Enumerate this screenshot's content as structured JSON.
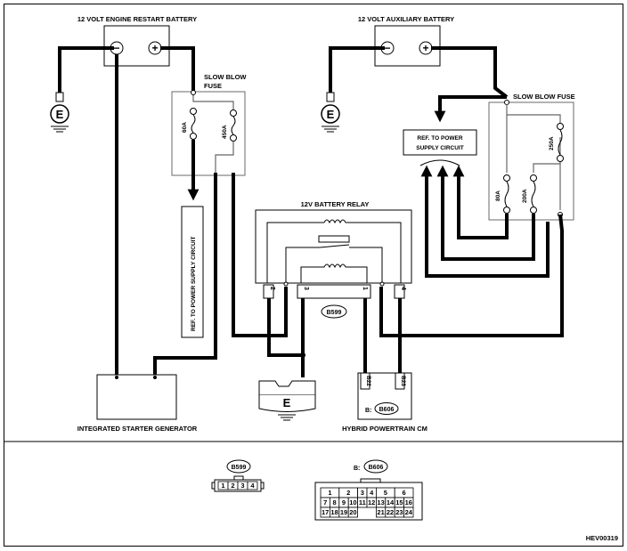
{
  "labels": {
    "engine_battery": "12 VOLT ENGINE RESTART BATTERY",
    "aux_battery": "12 VOLT AUXILIARY BATTERY",
    "slow_blow_fuse_left_1": "SLOW BLOW",
    "slow_blow_fuse_left_2": "FUSE",
    "slow_blow_fuse_right": "SLOW BLOW FUSE",
    "ref_power_vertical": "REF. TO POWER SUPPLY CIRCUIT",
    "ref_power_right_1": "REF. TO POWER",
    "ref_power_right_2": "SUPPLY CIRCUIT",
    "battery_relay": "12V BATTERY RELAY",
    "starter_generator": "INTEGRATED STARTER GENERATOR",
    "hybrid_cm": "HYBRID POWERTRAIN CM",
    "figure_code": "HEV00319"
  },
  "symbols": {
    "minus": "−",
    "plus": "+",
    "ground": "E"
  },
  "fuses": {
    "left_a": "60A",
    "left_b": "450A",
    "right_a": "80A",
    "right_b": "200A",
    "right_c": "250A"
  },
  "connectors": {
    "b599": "B599",
    "b606": "B606",
    "b606_prefix": "B:",
    "b22": "B22",
    "b23": "B23"
  },
  "relay_pins": [
    "2",
    "3",
    "1",
    "4"
  ],
  "b599_pins": [
    "1",
    "2",
    "3",
    "4"
  ],
  "b606_pins": {
    "row1": [
      "1",
      "2",
      "3",
      "4",
      "5",
      "6"
    ],
    "row2": [
      "7",
      "8",
      "9",
      "10",
      "11",
      "12",
      "13",
      "14",
      "15",
      "16"
    ],
    "row3": [
      "17",
      "18",
      "19",
      "20",
      "21",
      "22",
      "23",
      "24"
    ]
  }
}
